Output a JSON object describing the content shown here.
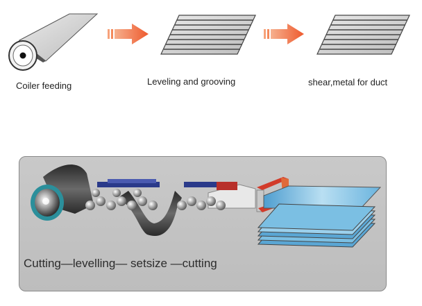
{
  "steps": [
    {
      "label": "Coiler feeding",
      "icon": "coil-icon"
    },
    {
      "label": "Leveling and grooving",
      "icon": "grooved-sheet-icon"
    },
    {
      "label": "shear,metal for duct",
      "icon": "grooved-sheet-icon"
    }
  ],
  "arrows": [
    "arrow-right-icon",
    "arrow-right-icon"
  ],
  "process_caption": "Cutting—levelling— setsize —cutting",
  "colors": {
    "arrow": "#f0643a",
    "sheet": "#d4d4d4",
    "panel": "#c4c4c4",
    "coil_core": "#3aa0ad",
    "shear_blade": "#d23b2a",
    "cut_sheet": "#7bbfe3"
  }
}
